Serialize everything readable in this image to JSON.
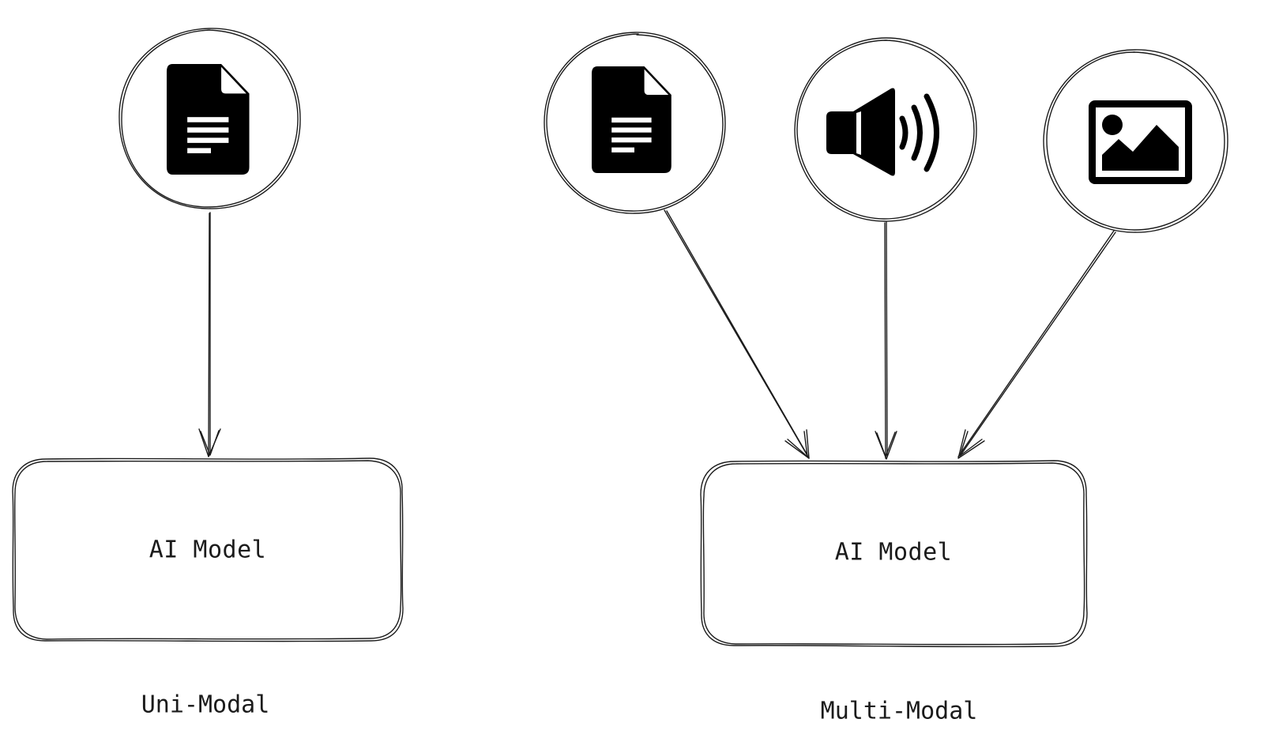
{
  "uni_modal": {
    "caption": "Uni-Modal",
    "model_label": "AI Model",
    "inputs": [
      {
        "icon": "document-icon"
      }
    ]
  },
  "multi_modal": {
    "caption": "Multi-Modal",
    "model_label": "AI Model",
    "inputs": [
      {
        "icon": "document-icon"
      },
      {
        "icon": "speaker-icon"
      },
      {
        "icon": "image-icon"
      }
    ]
  },
  "colors": {
    "ink": "#000000",
    "stroke": "#1b1b1b",
    "background": "#ffffff"
  }
}
